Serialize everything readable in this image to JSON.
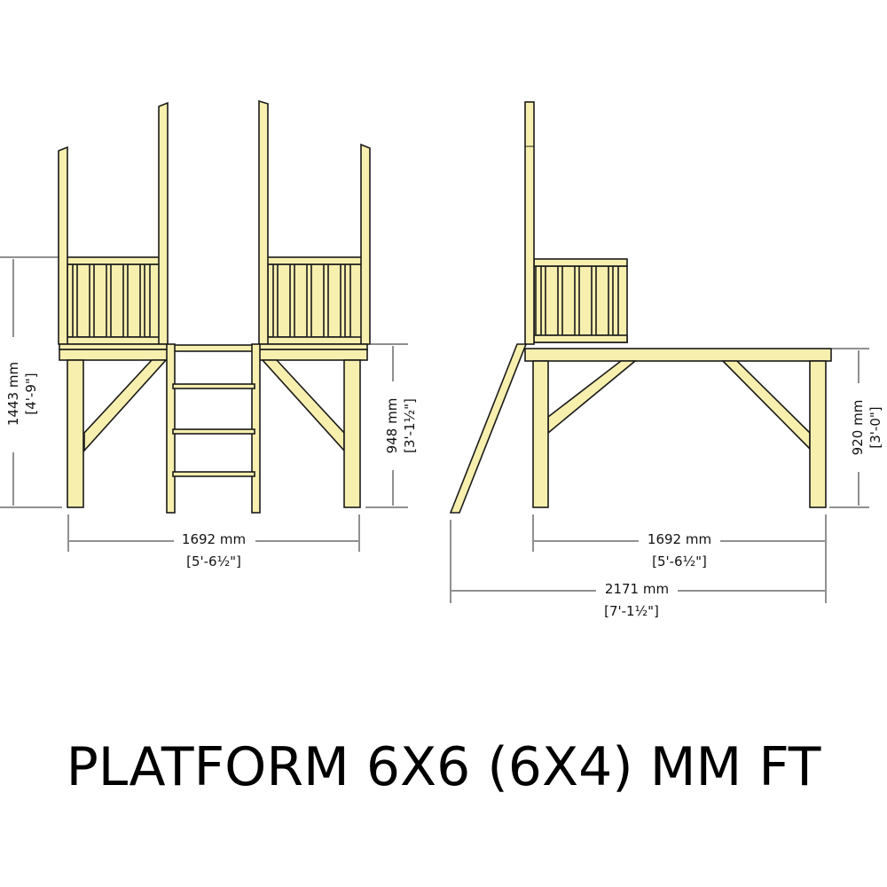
{
  "title": "PLATFORM 6X6 (6X4) MM FT",
  "colors": {
    "timber": "#f7efae",
    "outline": "#1a1a1a"
  },
  "front_view": {
    "height_total": {
      "mm": "1443 mm",
      "ft": "[4'-9\"]"
    },
    "deck_height": {
      "mm": "948 mm",
      "ft": "[3'-1½\"]"
    },
    "width": {
      "mm": "1692 mm",
      "ft": "[5'-6½\"]"
    }
  },
  "side_view": {
    "deck_height": {
      "mm": "920 mm",
      "ft": "[3'-0\"]"
    },
    "width": {
      "mm": "1692 mm",
      "ft": "[5'-6½\"]"
    },
    "overall_length": {
      "mm": "2171 mm",
      "ft": "[7'-1½\"]"
    }
  }
}
